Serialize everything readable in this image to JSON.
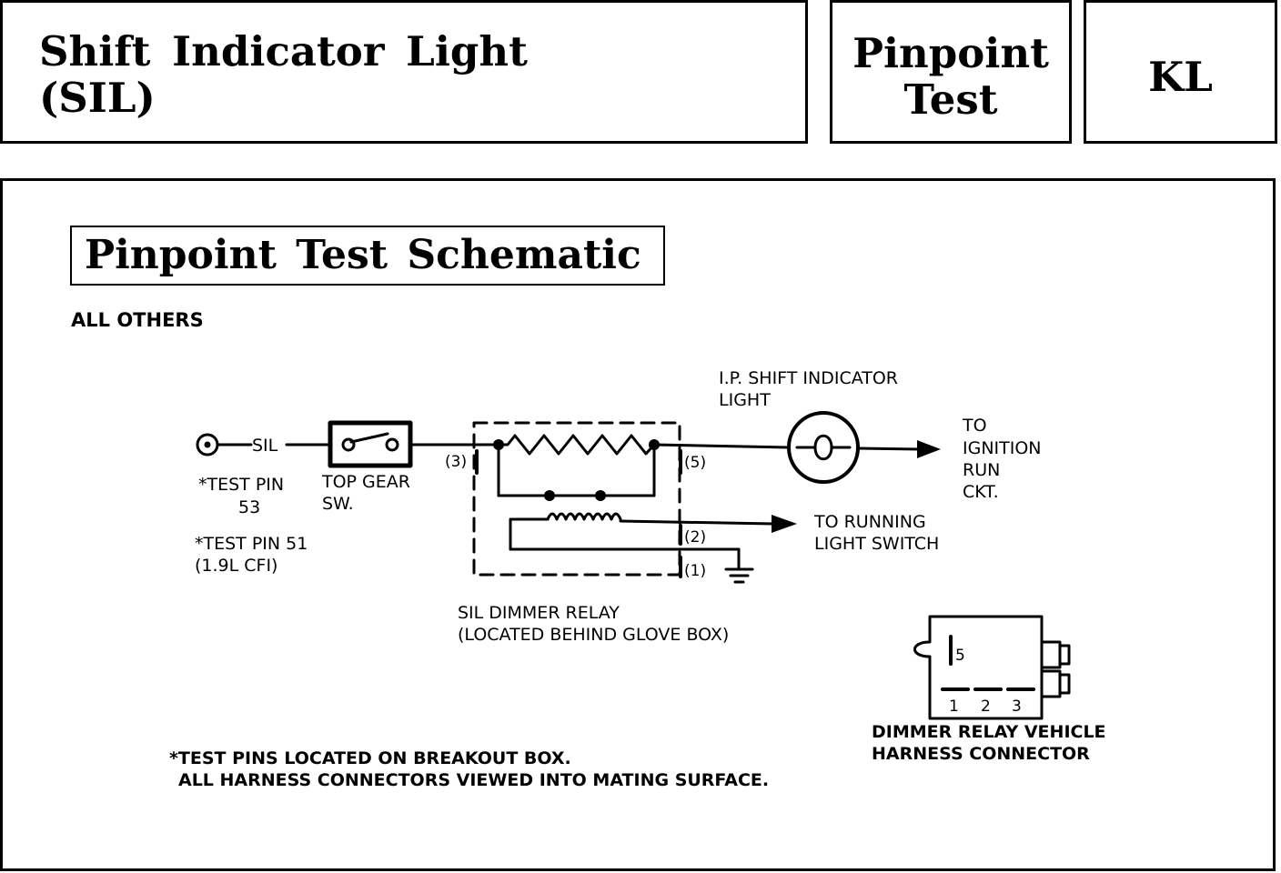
{
  "header": {
    "title_line1": "Shift Indicator Light",
    "title_line2": "(SIL)",
    "test_line1": "Pinpoint",
    "test_line2": "Test",
    "code": "KL"
  },
  "schematic": {
    "title": "Pinpoint Test Schematic",
    "subtitle": "ALL OTHERS",
    "labels": {
      "sil": "SIL",
      "test_pin_53_line1": "*TEST PIN",
      "test_pin_53_line2": "53",
      "test_pin_51_line1": "*TEST PIN 51",
      "test_pin_51_line2": "(1.9L CFI)",
      "top_gear_line1": "TOP GEAR",
      "top_gear_line2": "SW.",
      "pin3": "(3)",
      "pin5": "(5)",
      "pin2": "(2)",
      "pin1": "(1)",
      "ip_light_line1": "I.P. SHIFT INDICATOR",
      "ip_light_line2": "LIGHT",
      "to_ignition_line1": "TO",
      "to_ignition_line2": "IGNITION",
      "to_ignition_line3": "RUN",
      "to_ignition_line4": "CKT.",
      "to_running_line1": "TO RUNNING",
      "to_running_line2": "LIGHT SWITCH",
      "relay_line1": "SIL DIMMER RELAY",
      "relay_line2": "(LOCATED BEHIND GLOVE BOX)",
      "connector_pin5": "5",
      "connector_pin1": "1",
      "connector_pin2": "2",
      "connector_pin3": "3",
      "connector_line1": "DIMMER RELAY VEHICLE",
      "connector_line2": "HARNESS CONNECTOR",
      "note_line1": "*TEST PINS LOCATED ON BREAKOUT BOX.",
      "note_line2": "ALL HARNESS CONNECTORS VIEWED INTO MATING SURFACE."
    }
  }
}
